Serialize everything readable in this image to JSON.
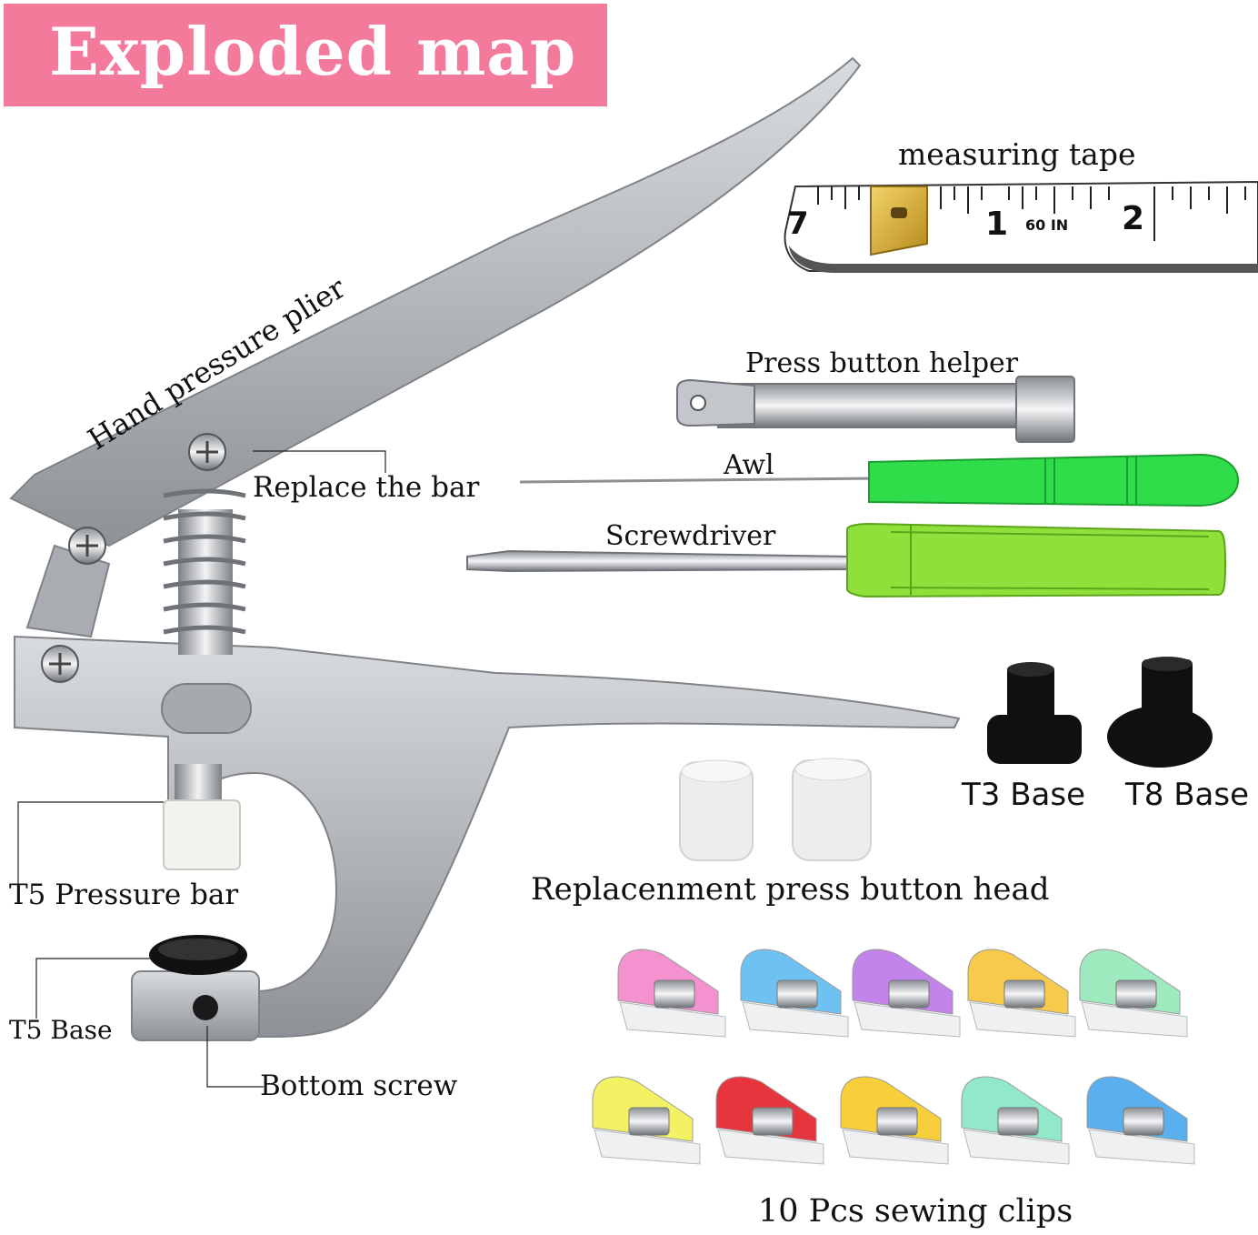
{
  "banner": {
    "title": "Exploded map",
    "color": "#f47a9c"
  },
  "labels": {
    "hand_plier": "Hand pressure plier",
    "replace_bar": "Replace the bar",
    "t5_pressure_bar": "T5 Pressure bar",
    "t5_base": "T5 Base",
    "bottom_screw": "Bottom screw",
    "measuring_tape": "measuring tape",
    "press_helper": "Press button helper",
    "awl": "Awl",
    "screwdriver": "Screwdriver",
    "t3_base": "T3 Base",
    "t8_base": "T8 Base",
    "replacement_head": "Replacenment press button head",
    "sewing_clips": "10 Pcs sewing clips"
  },
  "tape_marks": {
    "left": "7",
    "one": "1",
    "size": "60 IN",
    "two": "2"
  },
  "colors": {
    "plier": "#b9bdc1",
    "awl_handle": "#2fdc4a",
    "screwdriver_handle": "#8fe03a",
    "clips": [
      "#f37fc8",
      "#55b8f0",
      "#b86ee8",
      "#f6c12c",
      "#8fe6b4",
      "#f2f04a",
      "#e3121c",
      "#f6c719",
      "#7fe6c0",
      "#3ea3ec"
    ]
  }
}
